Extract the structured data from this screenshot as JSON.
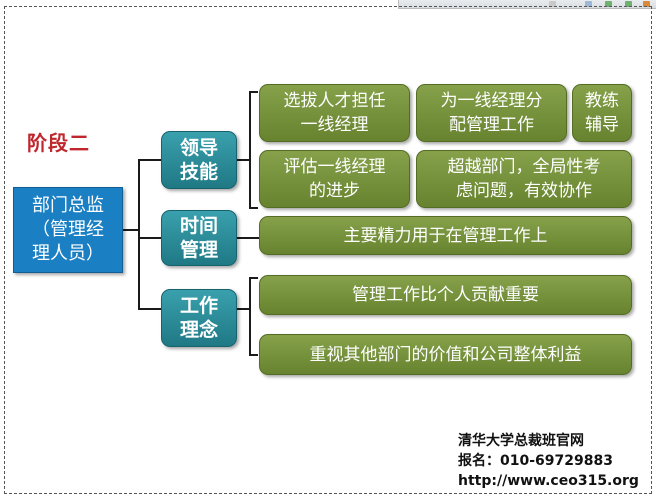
{
  "stage_label": "阶段二",
  "root": {
    "line1": "部门总监",
    "line2": "（管理经",
    "line3": "理人员）"
  },
  "categories": [
    {
      "line1": "领导",
      "line2": "技能"
    },
    {
      "line1": "时间",
      "line2": "管理"
    },
    {
      "line1": "工作",
      "line2": "理念"
    }
  ],
  "leaves": {
    "leadership": [
      {
        "line1": "选拔人才担任",
        "line2": "一线经理"
      },
      {
        "line1": "为一线经理分",
        "line2": "配管理工作"
      },
      {
        "line1": "教练",
        "line2": "辅导"
      },
      {
        "line1": "评估一线经理",
        "line2": "的进步"
      },
      {
        "line1": "超越部门，全局性考",
        "line2": "虑问题，有效协作"
      }
    ],
    "time": [
      {
        "text": "主要精力用于在管理工作上"
      }
    ],
    "philosophy": [
      {
        "text": "管理工作比个人贡献重要"
      },
      {
        "text": "重视其他部门的价值和公司整体利益"
      }
    ]
  },
  "footer": {
    "org": "清华大学总裁班官网",
    "phone": "报名：010-69729883",
    "url": "http://www.ceo315.org"
  },
  "colors": {
    "stage_label": "#c0272d",
    "root_box": "#1b7fc4",
    "category_box": "#2a8c99",
    "leaf_box": "#76923a",
    "connector": "#1a1a1a"
  }
}
